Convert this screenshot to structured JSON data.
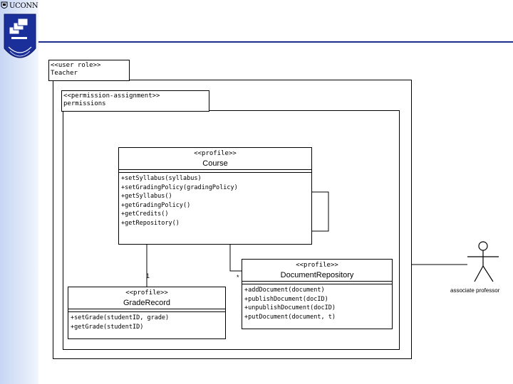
{
  "header": {
    "logo_text": "UCONN"
  },
  "diagram": {
    "role": {
      "stereotype": "<<user role>>",
      "name": "Teacher"
    },
    "assignment": {
      "stereotype": "<<permission-assignment>>",
      "name": "permissions"
    },
    "classes": {
      "course": {
        "stereotype": "<<profile>>",
        "name": "Course",
        "operations": [
          "+setSyllabus(syllabus)",
          "+setGradingPolicy(gradingPolicy)",
          "+getSyllabus()",
          "+getGradingPolicy()",
          "+getCredits()",
          "+getRepository()"
        ]
      },
      "document_repository": {
        "stereotype": "<<profile>>",
        "name": "DocumentRepository",
        "operations": [
          "+addDocument(document)",
          "+publishDocument(docID)",
          "+unpublishDocument(docID)",
          "+putDocument(document, t)"
        ]
      },
      "grade_record": {
        "stereotype": "<<profile>>",
        "name": "GradeRecord",
        "operations": [
          "+setGrade(studentID, grade)",
          "+getGrade(studentID)"
        ]
      }
    },
    "multiplicities": {
      "grade_record": "1",
      "repository": "*"
    },
    "actor": {
      "label": "associate professor"
    }
  }
}
